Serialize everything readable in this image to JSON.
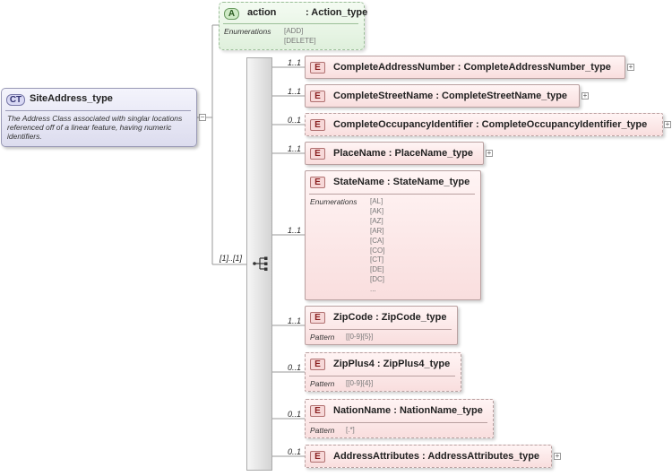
{
  "complex_type": {
    "badge": "CT",
    "name": "SiteAddress_type",
    "description": "The Address Class associated with singlar locations referenced off of a linear feature, having numeric identifiers."
  },
  "attribute": {
    "badge": "A",
    "name": "action",
    "type": ": Action_type",
    "enum_label": "Enumerations",
    "values": [
      "[ADD]",
      "[DELETE]"
    ]
  },
  "sequence": {
    "cardinality": "[1]..[1]"
  },
  "elements": [
    {
      "badge": "E",
      "name": "CompleteAddressNumber",
      "type": ": CompleteAddressNumber_type",
      "cardinality": "1..1",
      "expandable": true
    },
    {
      "badge": "E",
      "name": "CompleteStreetName",
      "type": ": CompleteStreetName_type",
      "cardinality": "1..1",
      "expandable": true
    },
    {
      "badge": "E",
      "name": "CompleteOccupancyIdentifier",
      "type": ": CompleteOccupancyIdentifier_type",
      "cardinality": "0..1",
      "expandable": true
    },
    {
      "badge": "E",
      "name": "PlaceName",
      "type": ": PlaceName_type",
      "cardinality": "1..1",
      "expandable": true
    },
    {
      "badge": "E",
      "name": "StateName",
      "type": ": StateName_type",
      "cardinality": "1..1",
      "enum_label": "Enumerations",
      "values": [
        "[AL]",
        "[AK]",
        "[AZ]",
        "[AR]",
        "[CA]",
        "[CO]",
        "[CT]",
        "[DE]",
        "[DC]",
        "..."
      ]
    },
    {
      "badge": "E",
      "name": "ZipCode",
      "type": ": ZipCode_type",
      "cardinality": "1..1",
      "pattern_label": "Pattern",
      "pattern": "[[0-9]{5}]"
    },
    {
      "badge": "E",
      "name": "ZipPlus4",
      "type": ": ZipPlus4_type",
      "cardinality": "0..1",
      "pattern_label": "Pattern",
      "pattern": "[[0-9]{4}]"
    },
    {
      "badge": "E",
      "name": "NationName",
      "type": ": NationName_type",
      "cardinality": "0..1",
      "pattern_label": "Pattern",
      "pattern": "[.*]"
    },
    {
      "badge": "E",
      "name": "AddressAttributes",
      "type": ": AddressAttributes_type",
      "cardinality": "0..1",
      "expandable": true
    }
  ]
}
